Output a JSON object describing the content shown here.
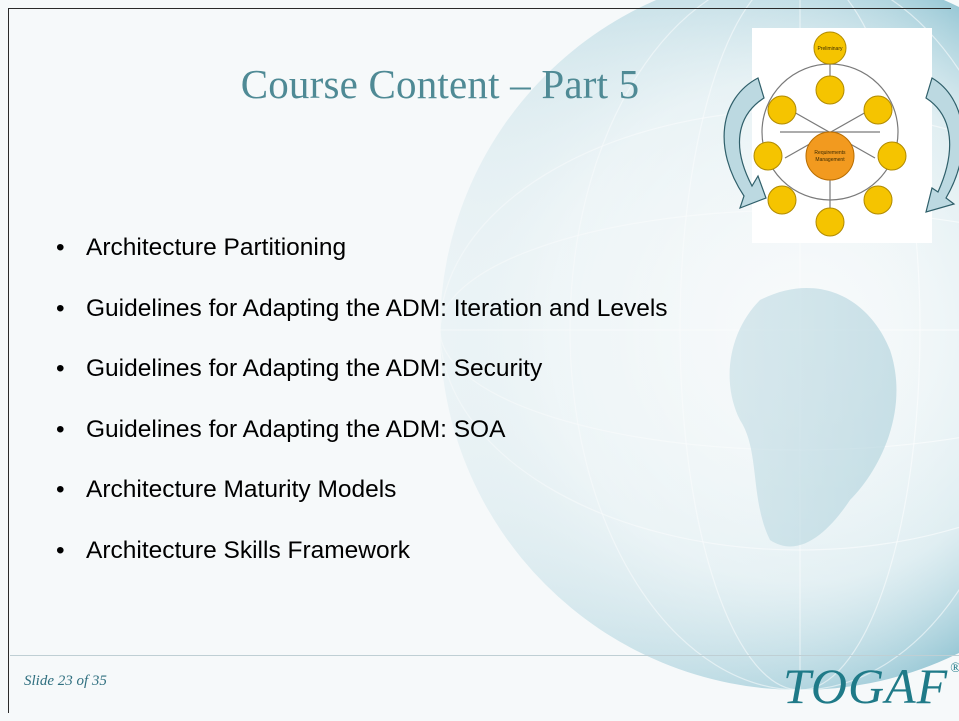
{
  "slide": {
    "title": "Course Content – Part 5",
    "bullets": [
      "Architecture Partitioning",
      "Guidelines for Adapting the ADM: Iteration and Levels",
      "Guidelines for Adapting the ADM: Security",
      "Guidelines for Adapting the ADM: SOA",
      "Architecture Maturity Models",
      "Architecture Skills Framework"
    ],
    "slide_number_label": "Slide 23",
    "slide_total_label": "of 35",
    "logo_text": "TOGAF",
    "logo_mark": "®"
  },
  "diagram": {
    "center_label": "Requirements Management",
    "top_label": "Preliminary"
  },
  "colors": {
    "title": "#4f8a95",
    "logo": "#1f7a88",
    "node_fill": "#f5c400",
    "center_fill": "#f29a1f",
    "arrow_fill": "#bcd9e1"
  }
}
